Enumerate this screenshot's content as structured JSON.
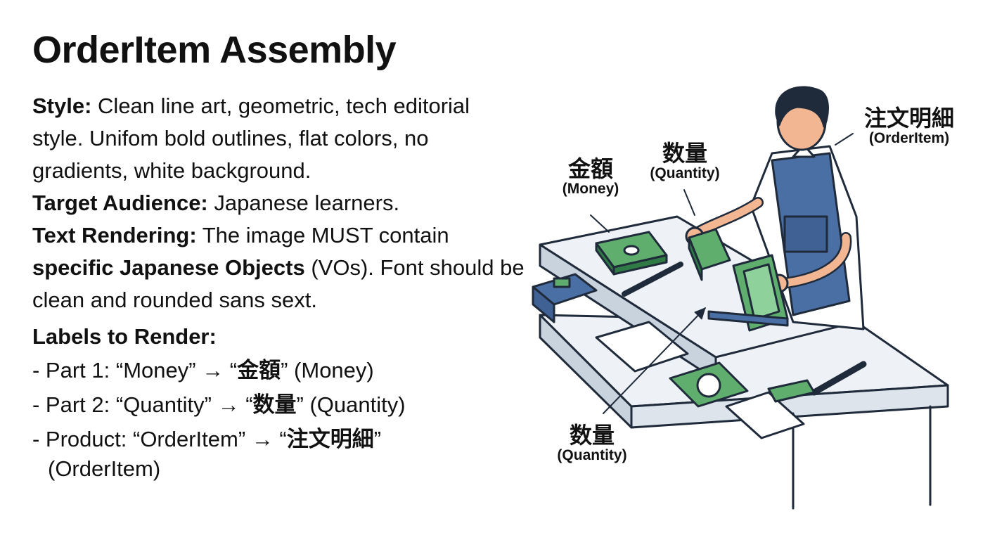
{
  "title": "OrderItem Assembly",
  "description": {
    "style_label": "Style:",
    "style_text": "Clean line art, geometric, tech editorial style. Unifom bold outlines, flat colors, no gradients, white background.",
    "audience_label": "Target Audience:",
    "audience_text": "Japanese learners.",
    "text_rendering_label": "Text Rendering:",
    "text_rendering_text_a": "The image MUST contain",
    "text_rendering_bold": "specific Japanese Objects",
    "text_rendering_text_b": "(VOs). Font should be clean and rounded sans sext.",
    "labels_heading": "Labels to Render:",
    "labels": [
      {
        "prefix": "- Part 1: “Money” → “",
        "ja": "金額",
        "suffix": "” (Money)",
        "cont": ""
      },
      {
        "prefix": "- Part 2: “Quantity” → “",
        "ja": "数量",
        "suffix": "” (Quantity)",
        "cont": ""
      },
      {
        "prefix": "- Product: “OrderItem” → “",
        "ja": "注文明細",
        "suffix": "”",
        "cont": "(OrderItem)"
      }
    ]
  },
  "illustration_labels": {
    "money": {
      "jp": "金額",
      "en": "(Money)"
    },
    "quantity_top": {
      "jp": "数量",
      "en": "(Quantity)"
    },
    "orderitem": {
      "jp": "注文明細",
      "en": "(OrderItem)"
    },
    "quantity_bottom": {
      "jp": "数量",
      "en": "(Quantity)"
    }
  },
  "colors": {
    "outline": "#1f2a3a",
    "green": "#5fae6e",
    "green_dark": "#2f7a45",
    "apron_blue": "#4a6fa5",
    "skin": "#f2b792",
    "hair": "#1f2a3a",
    "table_top": "#eef2f6",
    "table_side": "#c9d3de"
  }
}
